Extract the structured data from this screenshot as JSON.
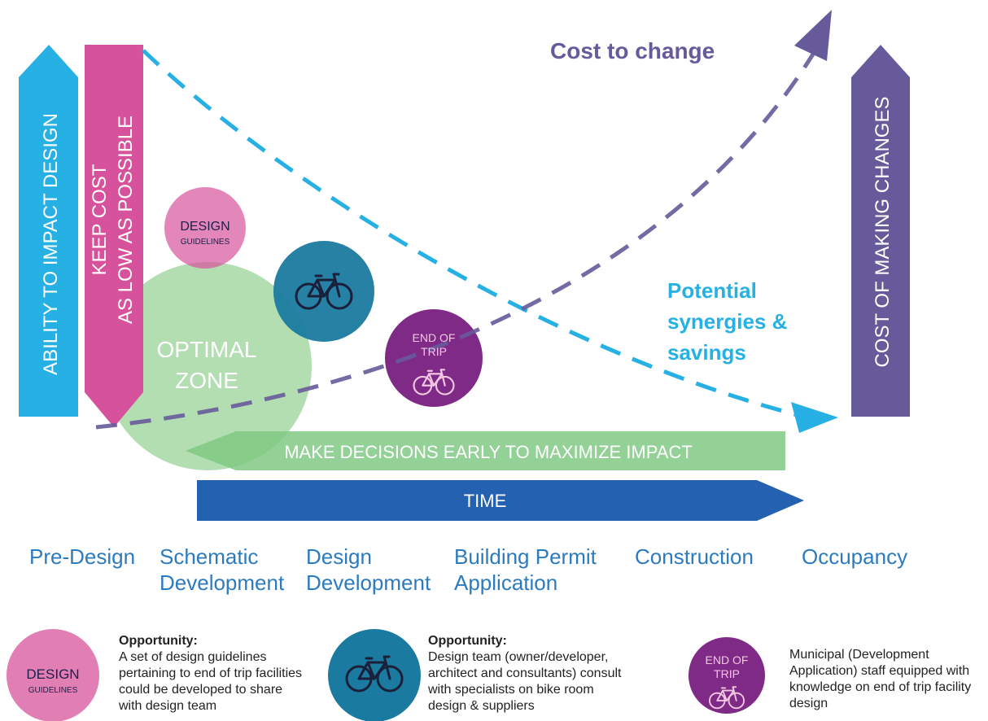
{
  "colors": {
    "cyan": "#27b0e3",
    "magenta": "#d7529c",
    "purple": "#675a9a",
    "green": "#7ec87e",
    "blue": "#2461b0",
    "teal": "#1a7aa0",
    "darkpurple": "#7f2a86",
    "phase_text": "#2c7bbf"
  },
  "arrows": {
    "ability": "ABILITY TO IMPACT DESIGN",
    "keep_cost_line1": "KEEP COST",
    "keep_cost_line2": "AS LOW AS POSSIBLE",
    "cost_of_changes": "COST OF MAKING CHANGES",
    "decisions": "MAKE DECISIONS EARLY TO MAXIMIZE IMPACT",
    "time": "TIME"
  },
  "curves": {
    "cost_to_change": "Cost to change",
    "synergies_line1": "Potential",
    "synergies_line2": "synergies &",
    "synergies_line3": "savings"
  },
  "circles": {
    "optimal_line1": "OPTIMAL",
    "optimal_line2": "ZONE",
    "design_line1": "DESIGN",
    "design_line2": "GUIDELINES",
    "end_line1": "END OF",
    "end_line2": "TRIP"
  },
  "phases": [
    {
      "line1": "Pre-Design",
      "line2": ""
    },
    {
      "line1": "Schematic",
      "line2": "Development"
    },
    {
      "line1": "Design",
      "line2": "Development"
    },
    {
      "line1": "Building Permit",
      "line2": "Application"
    },
    {
      "line1": "Construction",
      "line2": ""
    },
    {
      "line1": "Occupancy",
      "line2": ""
    }
  ],
  "legend": [
    {
      "title": "Opportunity:",
      "text": "A set of design guidelines pertaining to end of trip facilities could be developed to share with design team"
    },
    {
      "title": "Opportunity:",
      "text": "Design team (owner/developer, architect and consultants) consult with specialists on bike room design & suppliers"
    },
    {
      "title": "",
      "text": "Municipal (Development Application) staff equipped with knowledge on end of trip facility design"
    }
  ]
}
